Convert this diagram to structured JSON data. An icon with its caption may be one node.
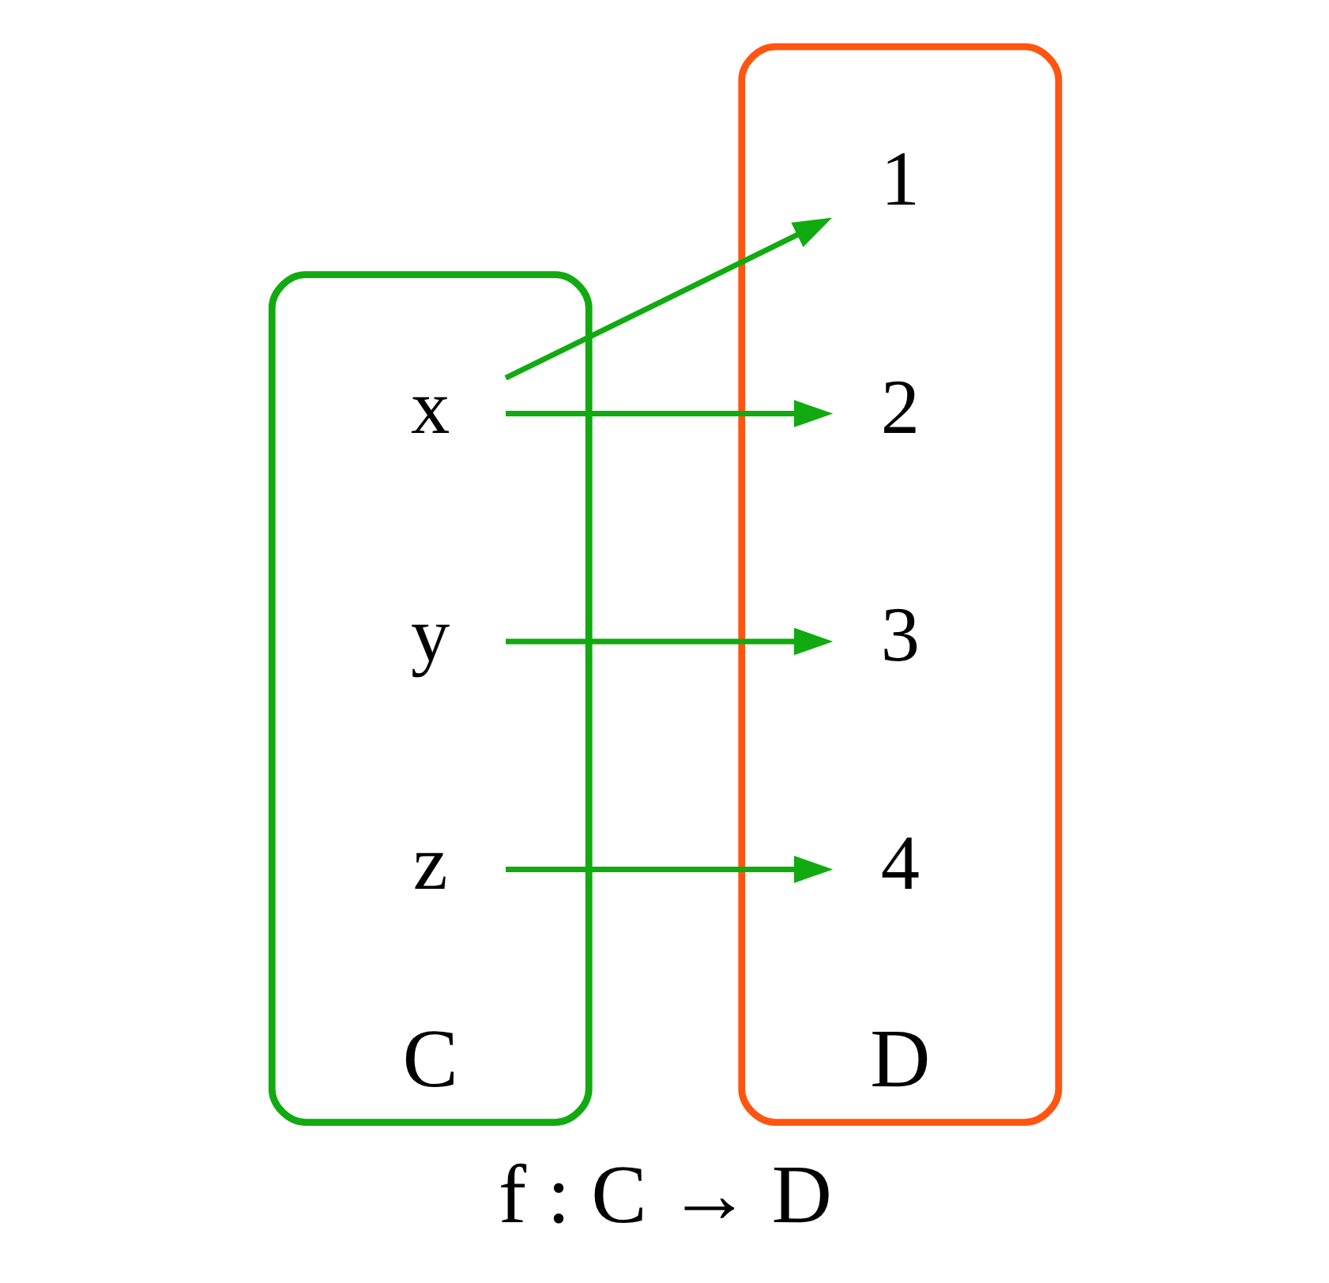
{
  "diagram": {
    "caption": "f : C → D",
    "nodes": [
      {
        "text": [
          "C"
        ]
      },
      {
        "text": [
          "D"
        ]
      },
      {
        "text": [
          "x"
        ],
        "in": 0
      },
      {
        "text": [
          "y"
        ],
        "in": 0
      },
      {
        "text": [
          "z"
        ],
        "in": 0
      },
      {
        "text": [
          "1"
        ],
        "in": 1
      },
      {
        "text": [
          "2"
        ],
        "in": 1
      },
      {
        "text": [
          "3"
        ],
        "in": 1
      },
      {
        "text": [
          "4"
        ],
        "in": 1
      }
    ],
    "edges": [
      {
        "from": 2,
        "to": 5,
        "arrow": "to"
      },
      {
        "from": 2,
        "to": 6,
        "arrow": "to"
      },
      {
        "from": 3,
        "to": 7,
        "arrow": "to"
      },
      {
        "from": 4,
        "to": 8,
        "arrow": "to"
      }
    ]
  }
}
